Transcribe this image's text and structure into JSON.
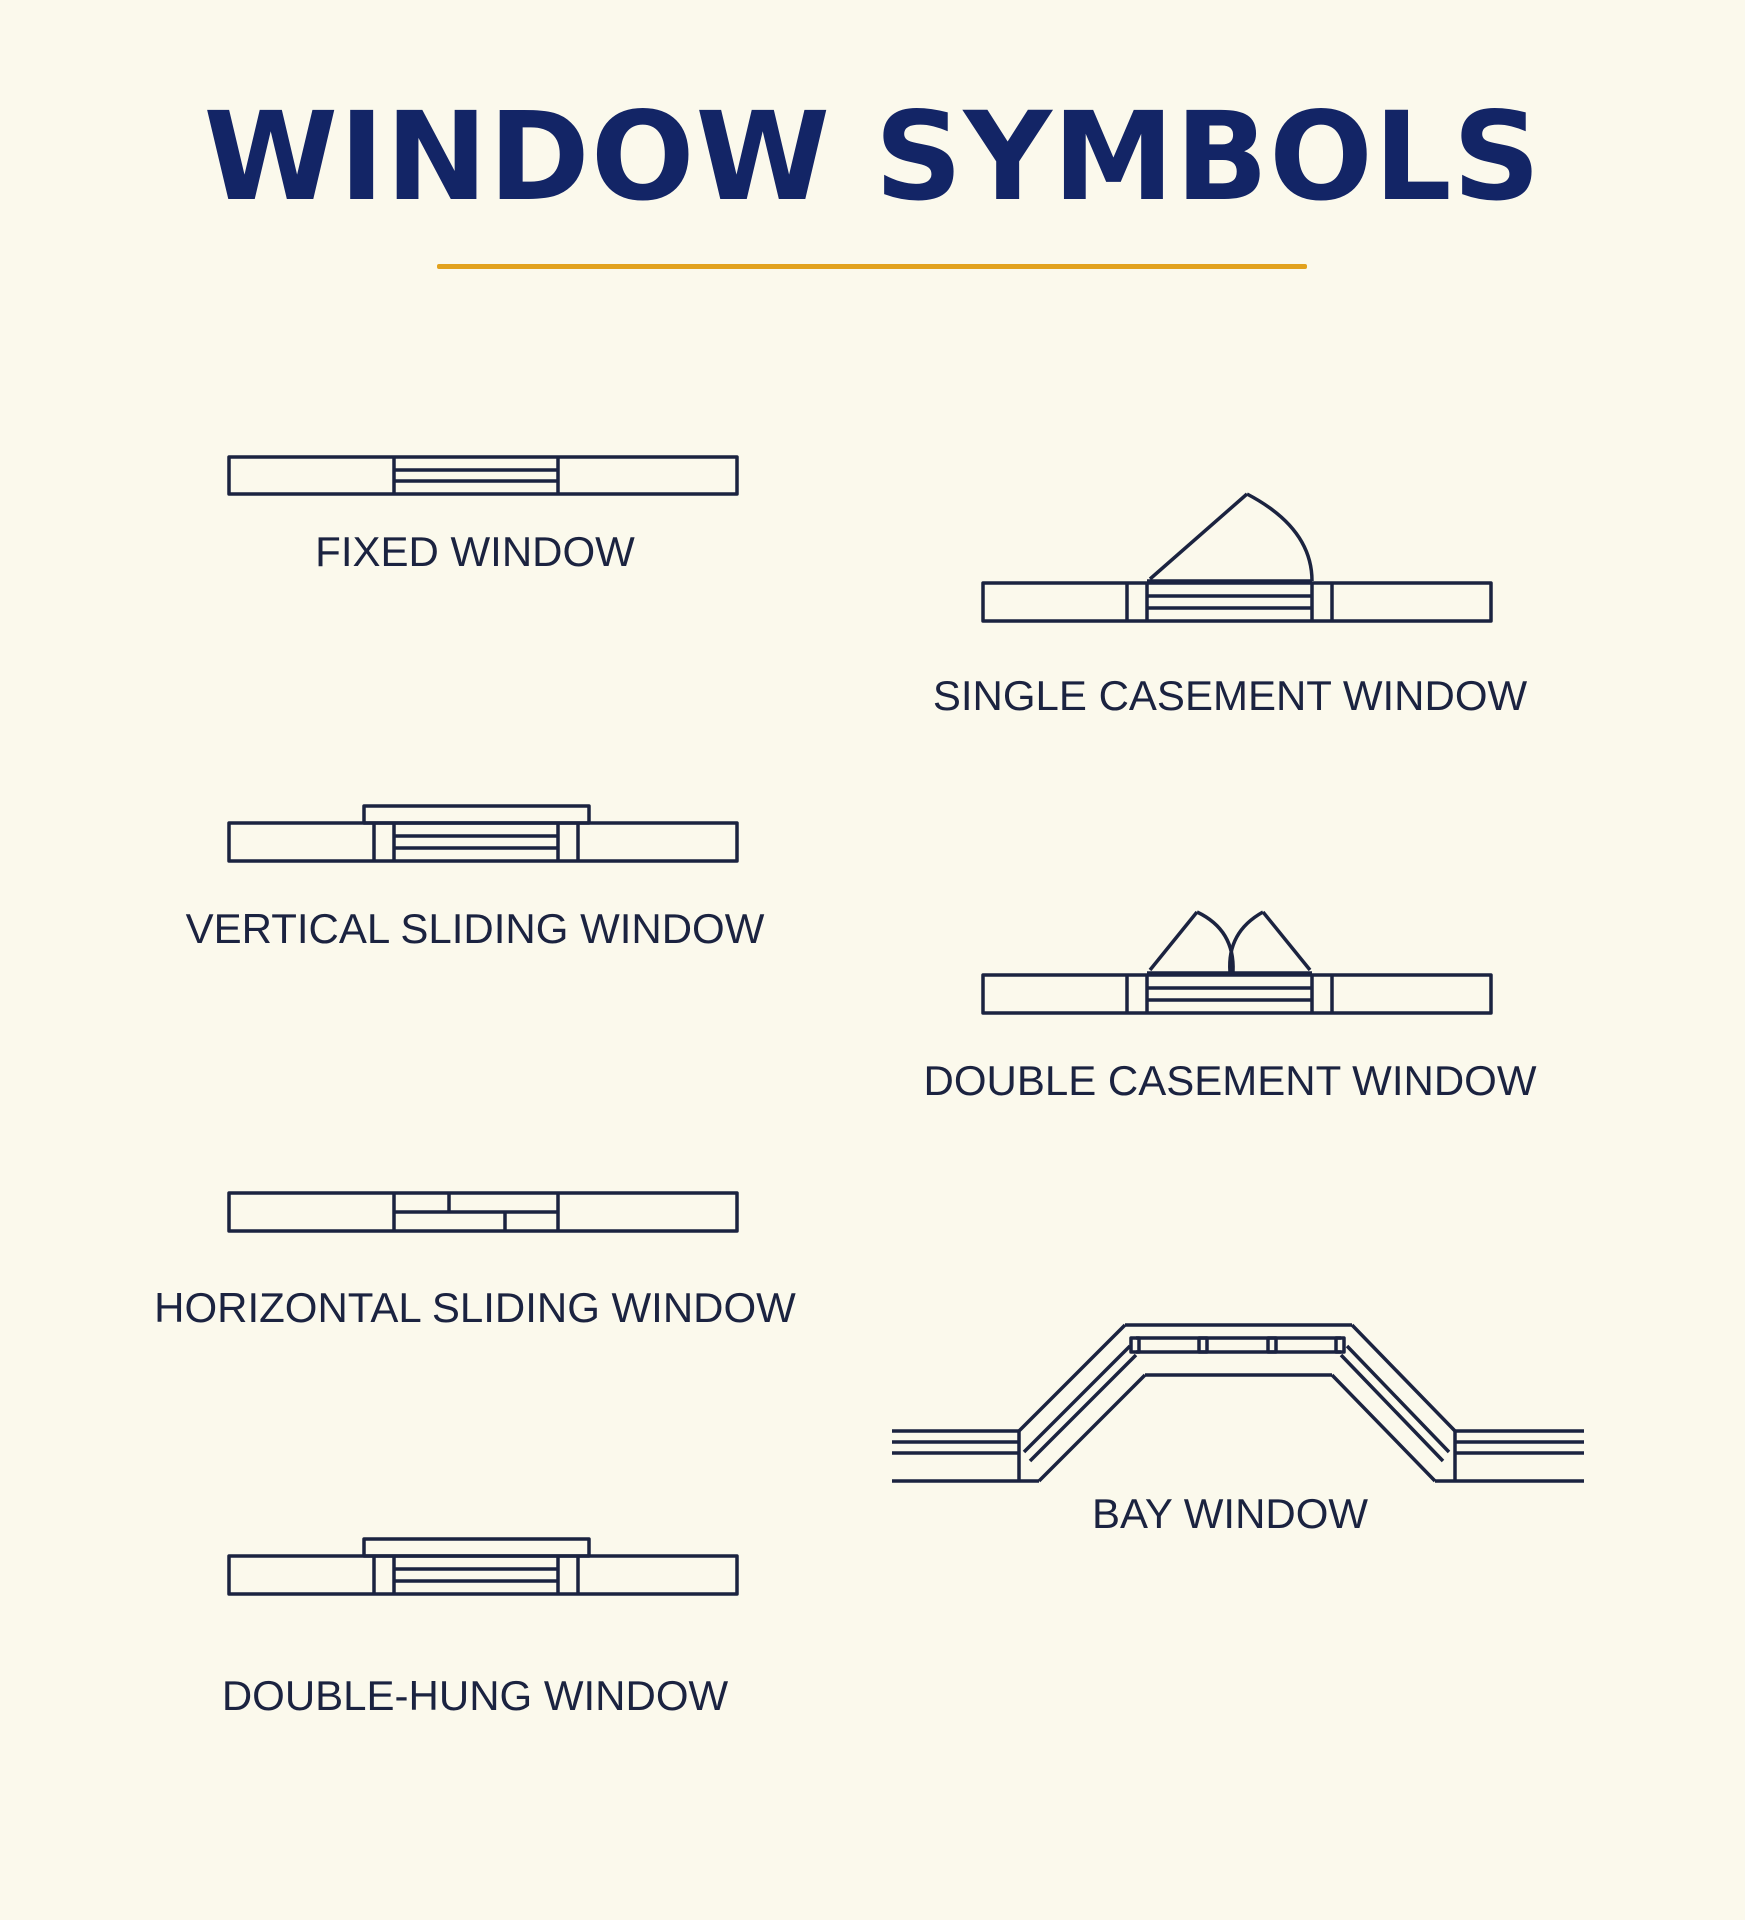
{
  "title": "WINDOW SYMBOLS",
  "colors": {
    "background": "#fbf9ec",
    "title": "#132566",
    "accent_rule": "#e2a21e",
    "line": "#1b2340",
    "label": "#1b2340"
  },
  "symbols": {
    "fixed": "FIXED WINDOW",
    "vertical_sliding": "VERTICAL SLIDING WINDOW",
    "horizontal_sliding": "HORIZONTAL SLIDING WINDOW",
    "double_hung": "DOUBLE-HUNG WINDOW",
    "single_casement": "SINGLE CASEMENT WINDOW",
    "double_casement": "DOUBLE CASEMENT WINDOW",
    "bay": "BAY WINDOW"
  }
}
